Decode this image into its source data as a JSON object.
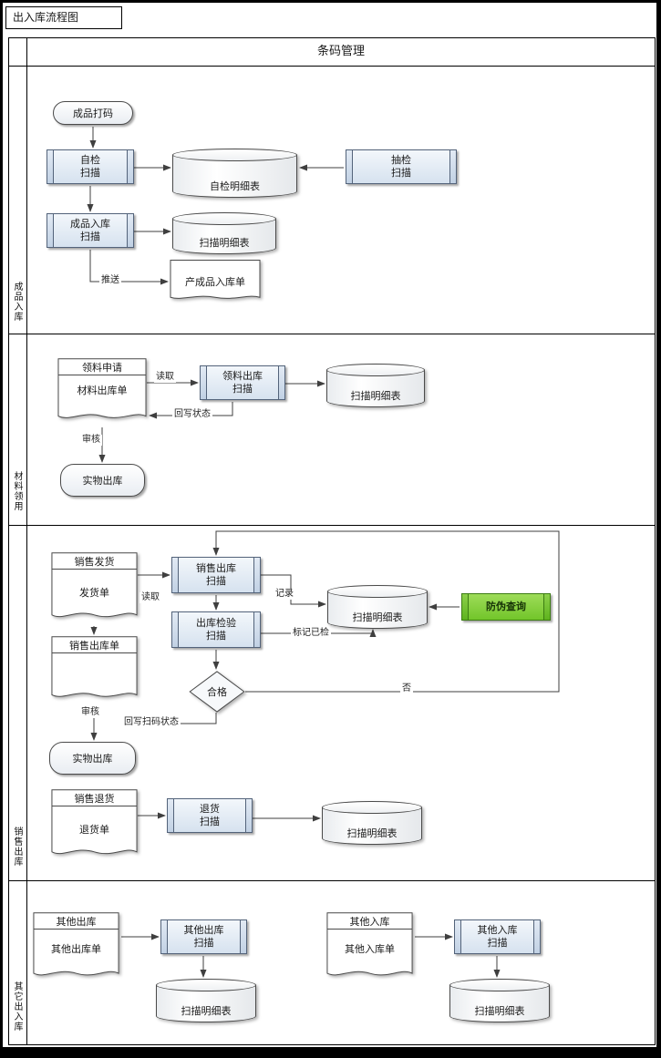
{
  "page": {
    "title": "出入库流程图",
    "header": "条码管理"
  },
  "colors": {
    "shape_border": "#53637a",
    "scan_fill": "#d6e2ef",
    "green_accent": "#72c52a",
    "arrow": "#3f3f3f"
  },
  "lanes": [
    {
      "label": "成品入库"
    },
    {
      "label": "材料领用"
    },
    {
      "label": "销售出库"
    },
    {
      "label": "其它出入库"
    }
  ],
  "nodes": {
    "finished_coding": {
      "label": "成品打码"
    },
    "self_check_scan": {
      "label": "自检\n扫描"
    },
    "self_check_db": {
      "label": "自检明细表"
    },
    "sampling_scan": {
      "label": "抽检\n扫描"
    },
    "finished_inbound_scan": {
      "label": "成品入库\n扫描"
    },
    "finished_scan_db": {
      "label": "扫描明细表"
    },
    "finished_inbound_doc": {
      "label": "产成品入库单"
    },
    "material_request_doc": {
      "title": "领料申请",
      "body": "材料出库单"
    },
    "material_outbound_scan": {
      "label": "领料出库\n扫描"
    },
    "material_scan_db": {
      "label": "扫描明细表"
    },
    "material_physical_out": {
      "label": "实物出库"
    },
    "sales_delivery_doc": {
      "title": "销售发货",
      "body": "发货单"
    },
    "sales_outbound_scan": {
      "label": "销售出库\n扫描"
    },
    "outbound_inspect_scan": {
      "label": "出库检验\n扫描"
    },
    "sales_scan_db": {
      "label": "扫描明细表"
    },
    "anti_fake_query": {
      "label": "防伪查询"
    },
    "sales_outbound_doc": {
      "title": "销售出库单"
    },
    "qualified_decision": {
      "label": "合格"
    },
    "sales_physical_out": {
      "label": "实物出库"
    },
    "sales_return_doc": {
      "title": "销售退货",
      "body": "退货单"
    },
    "return_scan": {
      "label": "退货\n扫描"
    },
    "return_scan_db": {
      "label": "扫描明细表"
    },
    "other_outbound_doc": {
      "title": "其他出库",
      "body": "其他出库单"
    },
    "other_outbound_scan": {
      "label": "其他出库\n扫描"
    },
    "other_outbound_db": {
      "label": "扫描明细表"
    },
    "other_inbound_doc": {
      "title": "其他入库",
      "body": "其他入库单"
    },
    "other_inbound_scan": {
      "label": "其他入库\n扫描"
    },
    "other_inbound_db": {
      "label": "扫描明细表"
    }
  },
  "edge_labels": {
    "push": "推送",
    "read1": "读取",
    "writeback_status": "回写状态",
    "audit1": "审核",
    "read2": "读取",
    "record": "记录",
    "mark_checked": "标记已检",
    "no": "否",
    "writeback_scan_status": "回写扫码状态",
    "audit2": "审核"
  }
}
